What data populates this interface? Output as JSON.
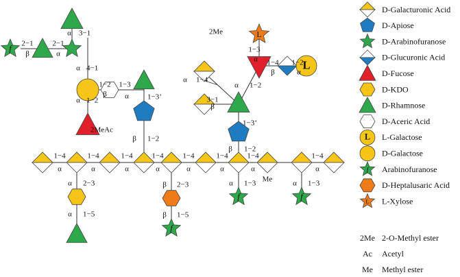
{
  "colors": {
    "yellow": "#f5c518",
    "blue": "#1f7cc1",
    "green": "#2ea84a",
    "red": "#e0202a",
    "orange": "#ee7a18",
    "white": "#ffffff",
    "stroke": "#444444"
  },
  "legend": [
    {
      "shape": "diamond-galA",
      "label": "D-Galacturonic Acid"
    },
    {
      "shape": "pentagon",
      "label": "D-Apiose"
    },
    {
      "shape": "star-green",
      "label": "D-Arabinofuranose"
    },
    {
      "shape": "diamond-glcA",
      "label": "D-Glucuronic Acid"
    },
    {
      "shape": "triangle-red",
      "label": "D-Fucose"
    },
    {
      "shape": "hexagon-yellow",
      "label": "D-KDO"
    },
    {
      "shape": "triangle-green",
      "label": "D-Rhamnose"
    },
    {
      "shape": "hexagon-white",
      "label": "D-Aceric Acid"
    },
    {
      "shape": "circle-L",
      "label": "L-Galactose"
    },
    {
      "shape": "circle",
      "label": "D-Galactose"
    },
    {
      "shape": "star-f",
      "label": "Arabinofuranose"
    },
    {
      "shape": "hexagon-orange",
      "label": "D-Heptalusaric Acid"
    },
    {
      "shape": "star-L",
      "label": "L-Xylose"
    }
  ],
  "abbreviations": [
    {
      "abbr": "2Me",
      "label": "2-O-Methyl ester"
    },
    {
      "abbr": "Ac",
      "label": "Acetyl"
    },
    {
      "abbr": "Me",
      "label": "Methyl ester"
    }
  ],
  "diagram": {
    "glyph_L": "L",
    "glyph_f": "f",
    "mod_2me_top": "2Me",
    "mod_2meac": "2MeAc",
    "mod_me": "Me",
    "link_alpha": "α",
    "link_beta": "β",
    "link_1_4": "1−4",
    "link_1_2": "1−2",
    "link_1_3": "1−3",
    "link_1_3p": "1−3’",
    "link_1_5": "1−5",
    "link_2_1": "2−1",
    "link_2_3": "2−3",
    "link_3_1": "3−1",
    "link_4_1": "4−1"
  }
}
